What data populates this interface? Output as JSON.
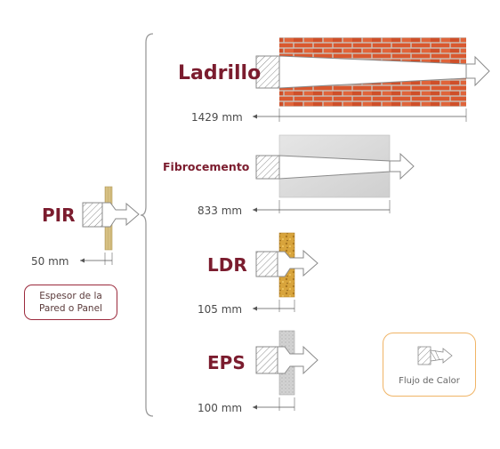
{
  "materials": [
    {
      "id": "pir",
      "name": "PIR",
      "thickness": "50 mm"
    },
    {
      "id": "ladrillo",
      "name": "Ladrillo",
      "thickness": "1429 mm"
    },
    {
      "id": "fibrocemento",
      "name": "Fibrocemento",
      "thickness": "833 mm"
    },
    {
      "id": "ldr",
      "name": "LDR",
      "thickness": "105 mm"
    },
    {
      "id": "eps",
      "name": "EPS",
      "thickness": "100 mm"
    }
  ],
  "legend": {
    "thickness_line1": "Espesor de la",
    "thickness_line2": "Pared o Panel",
    "heat_flow": "Flujo de Calor"
  },
  "colors": {
    "label": "#7b1c2e",
    "brick": "#d9582f",
    "pir_core": "#d8c48a",
    "fibrocement": "#d9d9d9",
    "ldr_wool": "#d9a83b",
    "eps": "#cfcfcf",
    "legend_border": "#9b2a3c",
    "heat_border": "#f0b466"
  }
}
